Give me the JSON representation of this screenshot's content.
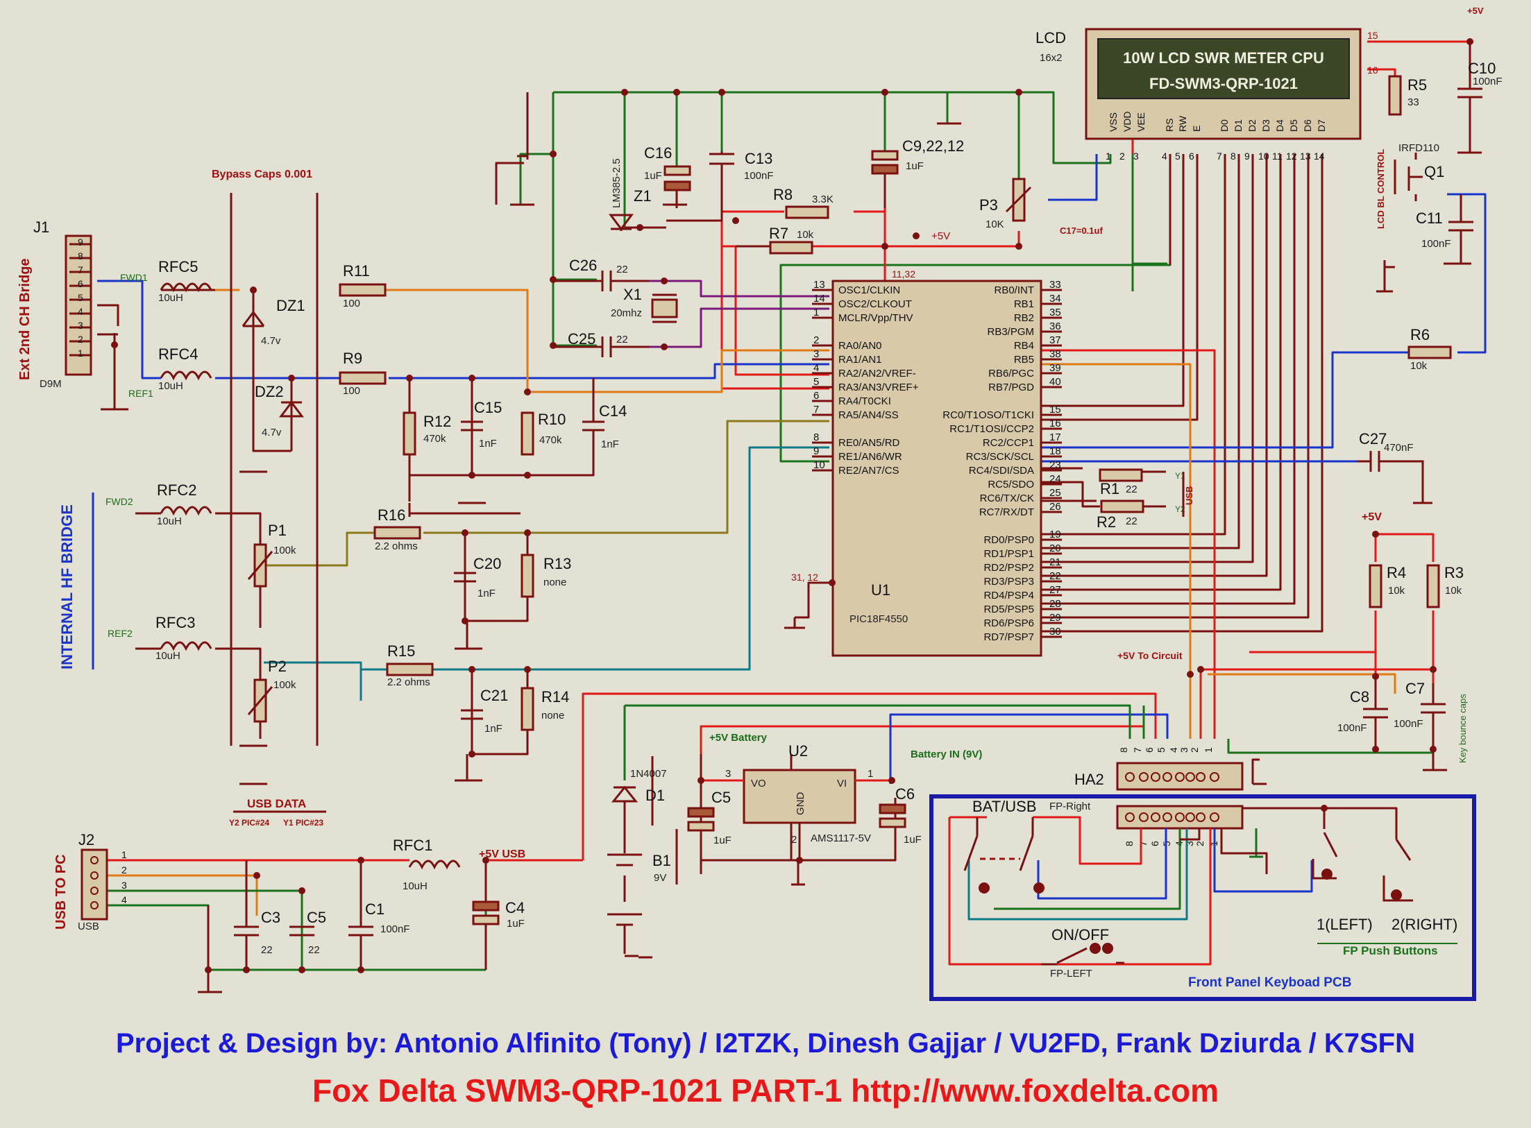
{
  "lcd": {
    "label": "LCD",
    "type": "16x2",
    "line1": "10W LCD SWR METER CPU",
    "line2": "FD-SWM3-QRP-1021",
    "pins": [
      "VSS",
      "VDD",
      "VEE",
      "RS",
      "RW",
      "E",
      "D0",
      "D1",
      "D2",
      "D3",
      "D4",
      "D5",
      "D6",
      "D7"
    ],
    "pin_nums": [
      "1",
      "2",
      "3",
      "4",
      "5",
      "6",
      "7",
      "8",
      "9",
      "10",
      "11",
      "12",
      "13",
      "14"
    ],
    "pin15": "15",
    "pin16": "16"
  },
  "mcu": {
    "name": "U1",
    "part": "PIC18F4550",
    "power_pins": "11,32",
    "gnd_pins": "31, 12",
    "left_pins": [
      {
        "num": "13",
        "name": "OSC1/CLKIN"
      },
      {
        "num": "14",
        "name": "OSC2/CLKOUT"
      },
      {
        "num": "1",
        "name": "MCLR/Vpp/THV"
      },
      {
        "num": "2",
        "name": "RA0/AN0"
      },
      {
        "num": "3",
        "name": "RA1/AN1"
      },
      {
        "num": "4",
        "name": "RA2/AN2/VREF-"
      },
      {
        "num": "5",
        "name": "RA3/AN3/VREF+"
      },
      {
        "num": "6",
        "name": "RA4/T0CKI"
      },
      {
        "num": "7",
        "name": "RA5/AN4/SS"
      },
      {
        "num": "8",
        "name": "RE0/AN5/RD"
      },
      {
        "num": "9",
        "name": "RE1/AN6/WR"
      },
      {
        "num": "10",
        "name": "RE2/AN7/CS"
      }
    ],
    "right_pins": [
      {
        "num": "33",
        "name": "RB0/INT"
      },
      {
        "num": "34",
        "name": "RB1"
      },
      {
        "num": "35",
        "name": "RB2"
      },
      {
        "num": "36",
        "name": "RB3/PGM"
      },
      {
        "num": "37",
        "name": "RB4"
      },
      {
        "num": "38",
        "name": "RB5"
      },
      {
        "num": "39",
        "name": "RB6/PGC"
      },
      {
        "num": "40",
        "name": "RB7/PGD"
      },
      {
        "num": "15",
        "name": "RC0/T1OSO/T1CKI"
      },
      {
        "num": "16",
        "name": "RC1/T1OSI/CCP2"
      },
      {
        "num": "17",
        "name": "RC2/CCP1"
      },
      {
        "num": "18",
        "name": "RC3/SCK/SCL"
      },
      {
        "num": "23",
        "name": "RC4/SDI/SDA"
      },
      {
        "num": "24",
        "name": "RC5/SDO"
      },
      {
        "num": "25",
        "name": "RC6/TX/CK"
      },
      {
        "num": "26",
        "name": "RC7/RX/DT"
      },
      {
        "num": "19",
        "name": "RD0/PSP0"
      },
      {
        "num": "20",
        "name": "RD1/PSP1"
      },
      {
        "num": "21",
        "name": "RD2/PSP2"
      },
      {
        "num": "22",
        "name": "RD3/PSP3"
      },
      {
        "num": "27",
        "name": "RD4/PSP4"
      },
      {
        "num": "28",
        "name": "RD5/PSP5"
      },
      {
        "num": "29",
        "name": "RD6/PSP6"
      },
      {
        "num": "30",
        "name": "RD7/PSP7"
      }
    ]
  },
  "components": {
    "j1": {
      "name": "J1",
      "type": "D9M",
      "pins": [
        "9",
        "8",
        "7",
        "6",
        "5",
        "4",
        "3",
        "2",
        "1"
      ]
    },
    "j1_label": "Ext 2nd CH Bridge",
    "bypass": "Bypass Caps 0.001",
    "fwd1": "FWD1",
    "ref1": "REF1",
    "fwd2": "FWD2",
    "ref2": "REF2",
    "rfc5": {
      "name": "RFC5",
      "value": "10uH"
    },
    "rfc4": {
      "name": "RFC4",
      "value": "10uH"
    },
    "rfc2": {
      "name": "RFC2",
      "value": "10uH"
    },
    "rfc3": {
      "name": "RFC3",
      "value": "10uH"
    },
    "rfc1": {
      "name": "RFC1",
      "value": "10uH"
    },
    "dz1": {
      "name": "DZ1",
      "value": "4.7v"
    },
    "dz2": {
      "name": "DZ2",
      "value": "4.7v"
    },
    "r11": {
      "name": "R11",
      "value": "100"
    },
    "r9": {
      "name": "R9",
      "value": "100"
    },
    "r12": {
      "name": "R12",
      "value": "470k"
    },
    "r10": {
      "name": "R10",
      "value": "470k"
    },
    "c15": {
      "name": "C15",
      "value": "1nF"
    },
    "c14": {
      "name": "C14",
      "value": "1nF"
    },
    "p1": {
      "name": "P1",
      "value": "100k"
    },
    "p2": {
      "name": "P2",
      "value": "100k"
    },
    "r16": {
      "name": "R16",
      "value": "2.2 ohms"
    },
    "r15": {
      "name": "R15",
      "value": "2.2 ohms"
    },
    "c20": {
      "name": "C20",
      "value": "1nF"
    },
    "c21": {
      "name": "C21",
      "value": "1nF"
    },
    "r13": {
      "name": "R13",
      "value": "none"
    },
    "r14": {
      "name": "R14",
      "value": "none"
    },
    "internal_bridge": "INTERNAL HF BRIDGE",
    "z1": {
      "name": "Z1",
      "value": "LM385-2.5"
    },
    "c16": {
      "name": "C16",
      "value": "1uF"
    },
    "c13": {
      "name": "C13",
      "value": "100nF"
    },
    "c9": {
      "name": "C9,22,12",
      "value": "1uF"
    },
    "r8": {
      "name": "R8",
      "value": "3.3K"
    },
    "r7": {
      "name": "R7",
      "value": "10k"
    },
    "vplus": "+5V",
    "c26": {
      "name": "C26",
      "value": "22"
    },
    "c25": {
      "name": "C25",
      "value": "22"
    },
    "x1": {
      "name": "X1",
      "value": "20mhz"
    },
    "p3": {
      "name": "P3",
      "value": "10K"
    },
    "c17": "C17=0.1uf",
    "r5": {
      "name": "R5",
      "value": "33"
    },
    "c10": {
      "name": "C10",
      "value": "100nF"
    },
    "q1": {
      "name": "Q1",
      "value": "IRFD110"
    },
    "c11": {
      "name": "C11",
      "value": "100nF"
    },
    "lcd_bl": "LCD BL CONTROL",
    "r6": {
      "name": "R6",
      "value": "10k"
    },
    "c27": {
      "name": "C27",
      "value": "470nF"
    },
    "r1": {
      "name": "R1",
      "value": "22"
    },
    "r2": {
      "name": "R2",
      "value": "22"
    },
    "y1": "Y1",
    "y2": "Y2",
    "usb_tag": "USB",
    "r4": {
      "name": "R4",
      "value": "10k"
    },
    "r3": {
      "name": "R3",
      "value": "10k"
    },
    "c8": {
      "name": "C8",
      "value": "100nF"
    },
    "c7": {
      "name": "C7",
      "value": "100nF"
    },
    "key_bounce": "Key bounce caps",
    "vplus_circuit": "+5V To Circuit",
    "ha2": {
      "name": "HA2",
      "pins": [
        "8",
        "7",
        "6",
        "5",
        "4",
        "3",
        "2",
        "1"
      ]
    },
    "u2": {
      "name": "U2",
      "part": "AMS1117-5V",
      "vo": "VO",
      "vi": "VI",
      "gnd": "GND",
      "p3": "3",
      "p1": "1",
      "p2": "2"
    },
    "batt5v": "+5V Battery",
    "batt_in": "Battery IN (9V)",
    "c5b": {
      "name": "C5",
      "value": "1uF"
    },
    "c6": {
      "name": "C6",
      "value": "1uF"
    },
    "d1": {
      "name": "D1",
      "value": "1N4007"
    },
    "b1": {
      "name": "B1",
      "value": "9V"
    },
    "j2": {
      "name": "J2",
      "type": "USB",
      "pins": [
        "1",
        "2",
        "3",
        "4"
      ]
    },
    "usb_to_pc": "USB TO PC",
    "usb_data": "USB DATA",
    "y2pic": "Y2 PIC#24",
    "y1pic": "Y1 PIC#23",
    "c3": {
      "name": "C3",
      "value": "22"
    },
    "c5": {
      "name": "C5",
      "value": "22"
    },
    "c1": {
      "name": "C1",
      "value": "100nF"
    },
    "c4": {
      "name": "C4",
      "value": "1uF"
    },
    "usb5v": "+5V USB",
    "fp": {
      "bat_usb": "BAT/USB",
      "fp_right": "FP-Right",
      "on_off": "ON/OFF",
      "fp_left": "FP-LEFT",
      "left": "1(LEFT)",
      "right": "2(RIGHT)",
      "push_buttons": "FP Push Buttons",
      "pcb": "Front Panel Keyboad PCB",
      "pins": [
        "8",
        "7",
        "6",
        "5",
        "4",
        "3",
        "2",
        "1"
      ]
    }
  },
  "credits": "Project & Design by:   Antonio Alfinito (Tony) / I2TZK, Dinesh Gajjar / VU2FD, Frank Dziurda / K7SFN",
  "footer": "Fox Delta SWM3-QRP-1021    PART-1     http://www.foxdelta.com"
}
